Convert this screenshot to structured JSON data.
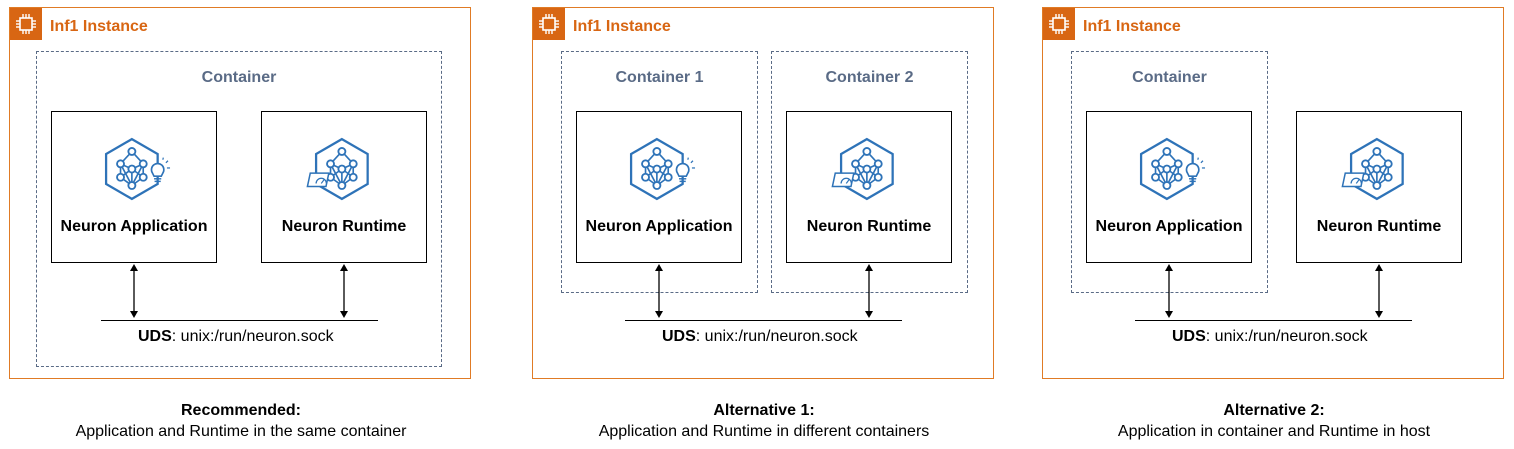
{
  "panels": [
    {
      "instance_title": "Inf1 Instance",
      "containers": [
        "Container"
      ],
      "app_label": "Neuron Application",
      "runtime_label": "Neuron Runtime",
      "uds_bold": "UDS",
      "uds_text": ": unix:/run/neuron.sock",
      "caption_title": "Recommended:",
      "caption_text": "Application and Runtime in the same container"
    },
    {
      "instance_title": "Inf1 Instance",
      "containers": [
        "Container 1",
        "Container 2"
      ],
      "app_label": "Neuron Application",
      "runtime_label": "Neuron Runtime",
      "uds_bold": "UDS",
      "uds_text": ": unix:/run/neuron.sock",
      "caption_title": "Alternative 1:",
      "caption_text": "Application and Runtime in different containers"
    },
    {
      "instance_title": "Inf1 Instance",
      "containers": [
        "Container"
      ],
      "app_label": "Neuron Application",
      "runtime_label": "Neuron Runtime",
      "uds_bold": "UDS",
      "uds_text": ": unix:/run/neuron.sock",
      "caption_title": "Alternative 2:",
      "caption_text": "Application in container and Runtime in host"
    }
  ],
  "colors": {
    "instance": "#d86613",
    "container": "#5a6b86",
    "icon": "#2e73b8"
  },
  "icons": {
    "instance": "chip-icon",
    "application": "neural-network-bulb-icon",
    "runtime": "neural-network-gauge-icon"
  }
}
